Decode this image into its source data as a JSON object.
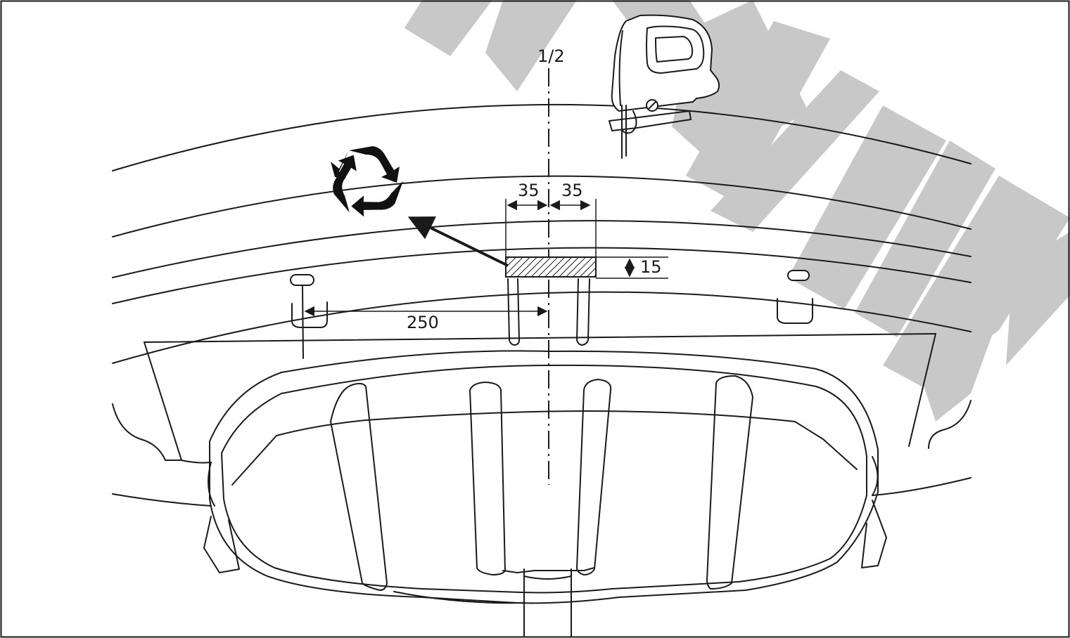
{
  "diagram": {
    "centerline_label": "1/2",
    "dimensions": {
      "left_width": "35",
      "right_width": "35",
      "height": "15",
      "offset": "250"
    },
    "icons": [
      "recycle-icon",
      "jigsaw-icon"
    ],
    "watermark": {
      "color": "#c8c8c8"
    }
  }
}
